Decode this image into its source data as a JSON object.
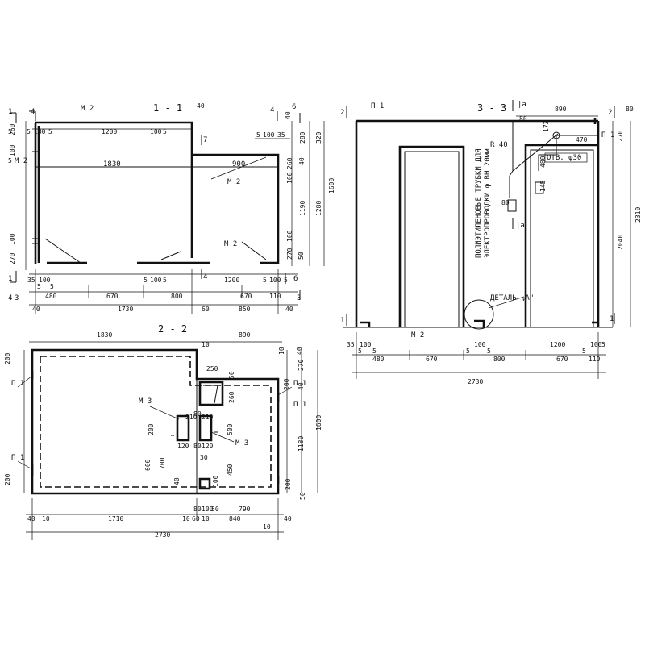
{
  "sections": {
    "s11": {
      "title": "1 - 1"
    },
    "s22": {
      "title": "2 - 2"
    },
    "s33": {
      "title": "3 - 3"
    }
  },
  "marks": {
    "m2": "М 2",
    "m3": "М 3",
    "p1": "П 1",
    "n1": "1",
    "n2": "2",
    "n3": "3",
    "n4": "4",
    "n6": "6",
    "n7": "7",
    "a": "а",
    "a_cap": "|а",
    "hole": "ОТВ. φ30",
    "radius": "R 40",
    "detail": "ДЕТАЛЬ „А\"",
    "tubes_line1": "ПОЛИЭТИЛЕНОВЫЕ ТРУБКИ ДЛЯ",
    "tubes_line2": "ЭЛЕКТРОПРОВОДКИ φ ВН 20мм"
  },
  "dims": {
    "d35": "35",
    "d40": "40",
    "d50": "50",
    "d60": "60",
    "d80": "80",
    "d100": "100",
    "d110": "110",
    "d120": "120",
    "d172": "172",
    "d180": "180",
    "d200": "200",
    "d210": "210",
    "d250": "250",
    "d260": "260",
    "d270": "270",
    "d280": "280",
    "d320": "320",
    "d450": "450",
    "d470": "470",
    "d480": "480",
    "d500": "500",
    "d600": "600",
    "d670": "670",
    "d700": "700",
    "d790": "790",
    "d800": "800",
    "d840": "840",
    "d850": "850",
    "d890": "890",
    "d900": "900",
    "d1180": "1180",
    "d1190": "1190",
    "d1200": "1200",
    "d1280": "1280",
    "d1600": "1600",
    "d1710": "1710",
    "d1730": "1730",
    "d1830": "1830",
    "d2040": "2040",
    "d2310": "2310",
    "d2730": "2730",
    "d5": "5",
    "d10": "10",
    "d30": "30",
    "d145": "145"
  }
}
